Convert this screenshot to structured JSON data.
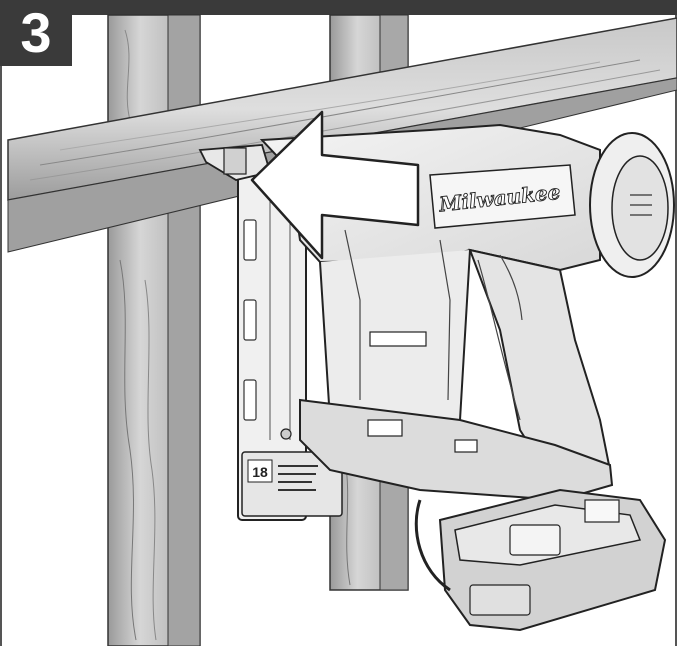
{
  "step": {
    "number": "3"
  },
  "tool": {
    "brand_logo": "Milwaukee",
    "gauge_label": "18",
    "icon": "stapler-icon"
  },
  "arrow": {
    "direction": "left",
    "icon": "left-arrow-icon"
  },
  "colors": {
    "header": "#3a3a3a",
    "line_art": "#222222",
    "wood_light": "#cfcfcf",
    "wood_dark": "#8e8e8e",
    "background": "#ffffff"
  }
}
